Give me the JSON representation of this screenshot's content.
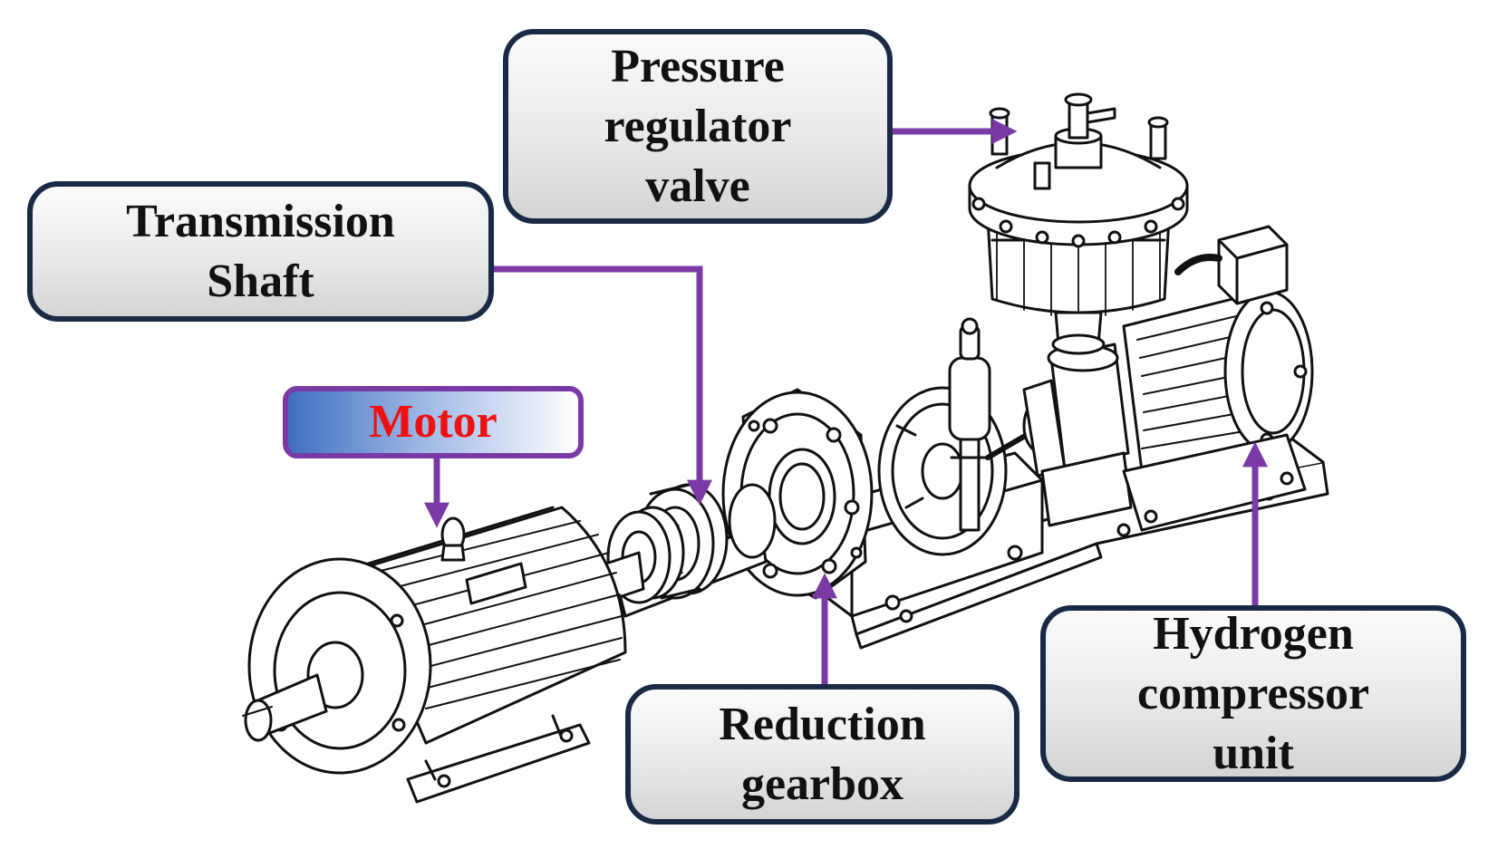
{
  "labels": {
    "pressure_regulator": "Pressure\nregulator\nvalve",
    "transmission_shaft": "Transmission\nShaft",
    "motor": "Motor",
    "reduction_gearbox": "Reduction\ngearbox",
    "hydrogen_compressor": "Hydrogen\ncompressor\nunit"
  },
  "colors": {
    "arrow": "#7a3aa6",
    "box_border": "#1b2a44",
    "motor_text": "#ee1111",
    "motor_gradient_start": "#3f6fc0"
  }
}
